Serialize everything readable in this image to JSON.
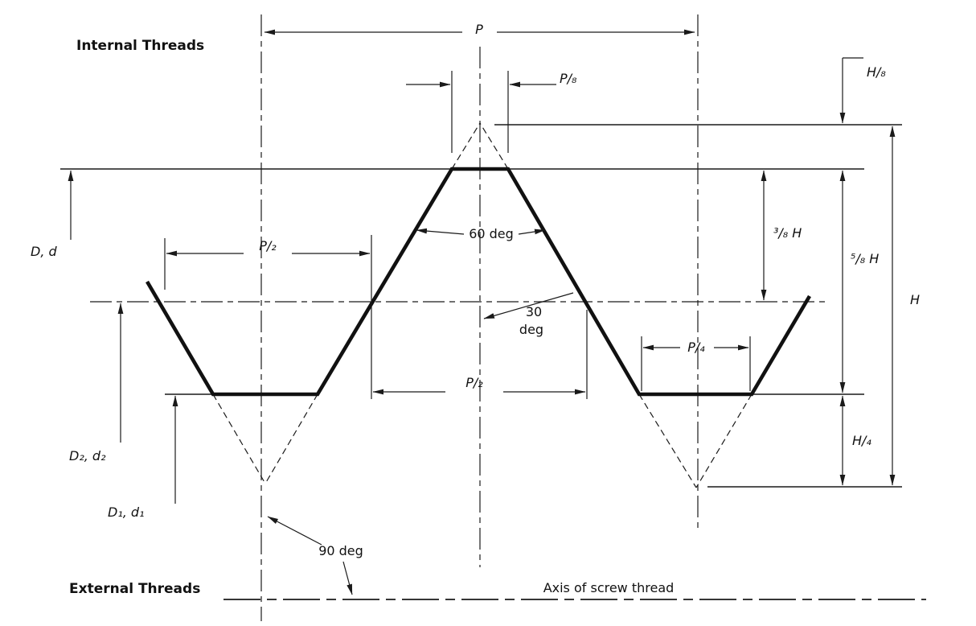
{
  "figure": {
    "internal_threads": "Internal Threads",
    "external_threads": "External Threads",
    "axis_of_screw_thread": "Axis of screw thread"
  },
  "dimensions": {
    "pitch": "P",
    "p_over_8": "P/₈",
    "p_over_2_upper": "P/₂",
    "p_over_2_lower": "P/₂",
    "p_over_4": "P/₄",
    "h_over_8": "H/₈",
    "three_eighth_h": "³/₈ H",
    "five_eighth_h": "⁵/₈ H",
    "height_h": "H",
    "h_over_4": "H/₄",
    "major_diameter": "D, d",
    "pitch_diameter": "D₂, d₂",
    "minor_diameter": "D₁, d₁"
  },
  "angles": {
    "flank_60": "60 deg",
    "half_30_value": "30",
    "half_30_unit": "deg",
    "axis_90": "90 deg"
  },
  "colors": {
    "ink": "#1a1a1a",
    "background": "#ffffff"
  }
}
